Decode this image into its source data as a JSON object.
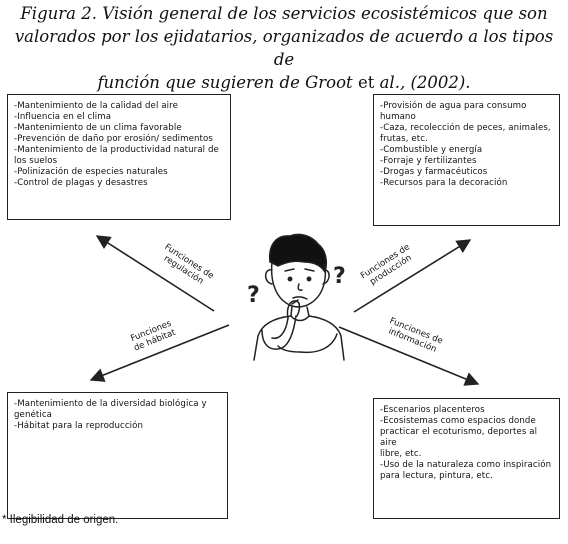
{
  "caption": {
    "line1": "Figura 2.  Visión general de los servicios ecosistémicos que son",
    "line2": "valorados por los ejidatarios, organizados de acuerdo a los tipos de",
    "line3_pre": "función que sugieren de Groot ",
    "line3_etal": "et",
    "line3_post": " al., (2002)."
  },
  "boxes": {
    "regulacion": [
      "-Mantenimiento de la calidad del aire",
      "-Influencia en el clima",
      "-Mantenimiento de un clima favorable",
      "-Prevención de daño por erosión/ sedimentos",
      "-Mantenimiento de la productividad natural de",
      "los suelos",
      "-Polinización de especies naturales",
      "-Control de plagas y desastres"
    ],
    "produccion": [
      "-Provisión de agua para consumo",
      "humano",
      "-Caza, recolección de peces, animales,",
      "frutas, etc.",
      "-Combustible y energía",
      "-Forraje y fertilizantes",
      "-Drogas y farmacéuticos",
      "-Recursos para la decoración"
    ],
    "habitat": [
      "-Mantenimiento de la diversidad biológica y",
      "genética",
      "-Hábitat para la reproducción"
    ],
    "informacion": [
      "-Escenarios placenteros",
      "-Ecosistemas como espacios donde",
      "practicar el ecoturismo, deportes al aire",
      "libre, etc.",
      "-Uso de la naturaleza como inspiración",
      "para lectura, pintura, etc."
    ]
  },
  "arrows": {
    "regulacion": {
      "line1": "Funciones de",
      "line2": "regulación"
    },
    "produccion": {
      "line1": "Funciones de",
      "line2": "producción"
    },
    "habitat": {
      "line1": "Funciones",
      "line2": "de hábitat"
    },
    "informacion": {
      "line1": "Funciones de",
      "line2": "información"
    }
  },
  "figure": {
    "question_mark": "?"
  },
  "footnote": "* Ilegibilidad de origen."
}
